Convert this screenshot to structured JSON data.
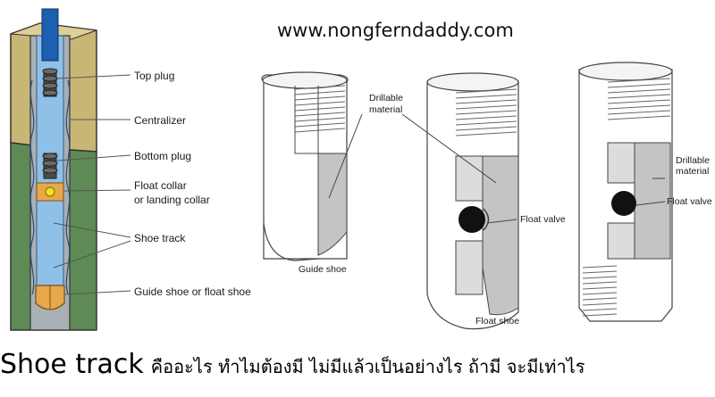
{
  "website": "www.nongferndaddy.com",
  "left_diagram": {
    "labels": {
      "top_plug": "Top plug",
      "centralizer": "Centralizer",
      "bottom_plug": "Bottom plug",
      "float_collar_1": "Float collar",
      "float_collar_2": "or landing collar",
      "shoe_track": "Shoe track",
      "guide_or_float_shoe": "Guide shoe or float shoe"
    }
  },
  "shoes": {
    "guide_shoe": "Guide shoe",
    "float_shoe": "Float shoe",
    "drillable_1": "Drillable",
    "drillable_2": "material",
    "float_valve": "Float valve",
    "collar_drillable_1": "Drillable",
    "collar_drillable_2": "material",
    "collar_float_valve": "Float valve"
  },
  "caption": {
    "english": "Shoe track",
    "thai": "คืออะไร ทำไมต้องมี ไม่มีแล้วเป็นอย่างไร ถ้ามี จะมีเท่าไร"
  },
  "colors": {
    "formation_tan": "#c8b774",
    "formation_green": "#5e8a55",
    "casing_gray": "#a9b0b4",
    "fluid_blue": "#8fc0e8",
    "drillable_gray": "#c4c4c4",
    "shoe_orange": "#e8a84a"
  }
}
